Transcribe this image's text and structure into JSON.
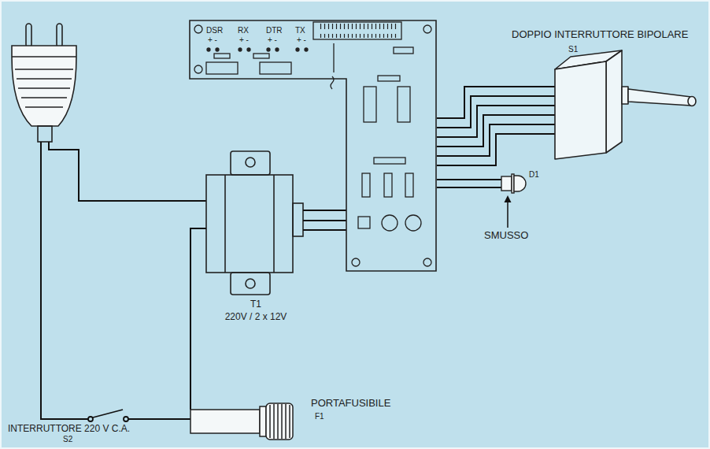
{
  "diagram": {
    "nodes": [
      {
        "text": [
          "DSR",
          "+ -",
          "RX",
          "+ -",
          "DTR",
          "+ -",
          "TX",
          "+ -"
        ]
      },
      {
        "text": [
          "DOPPIO INTERRUTTORE BIPOLARE",
          "S1"
        ]
      },
      {
        "text": [
          "D1"
        ]
      },
      {
        "text": [
          "T1",
          "220V / 2 x 12V"
        ]
      },
      {
        "text": [
          "PORTAFUSIBILE",
          "F1"
        ]
      },
      {
        "text": [
          "INTERRUTTORE 220 V C.A.",
          "S2"
        ]
      }
    ],
    "edges": [
      {
        "from": 3,
        "to": 0,
        "arrow": "none"
      },
      {
        "from": 3,
        "to": 0,
        "arrow": "none"
      },
      {
        "from": 3,
        "to": 0,
        "arrow": "none"
      },
      {
        "from": 0,
        "to": 1,
        "arrow": "none"
      },
      {
        "from": 0,
        "to": 1,
        "arrow": "none"
      },
      {
        "from": 0,
        "to": 1,
        "arrow": "none"
      },
      {
        "from": 0,
        "to": 1,
        "arrow": "none"
      },
      {
        "from": 0,
        "to": 1,
        "arrow": "none"
      },
      {
        "from": 0,
        "to": 1,
        "arrow": "none"
      },
      {
        "from": 0,
        "to": 2,
        "arrow": "none"
      },
      {
        "from": 0,
        "to": 2,
        "arrow": "none"
      },
      {
        "from": 5,
        "to": 4,
        "arrow": "none"
      },
      {
        "from": 4,
        "to": 3,
        "arrow": "none"
      }
    ],
    "labels": [
      "SMUSSO"
    ]
  }
}
